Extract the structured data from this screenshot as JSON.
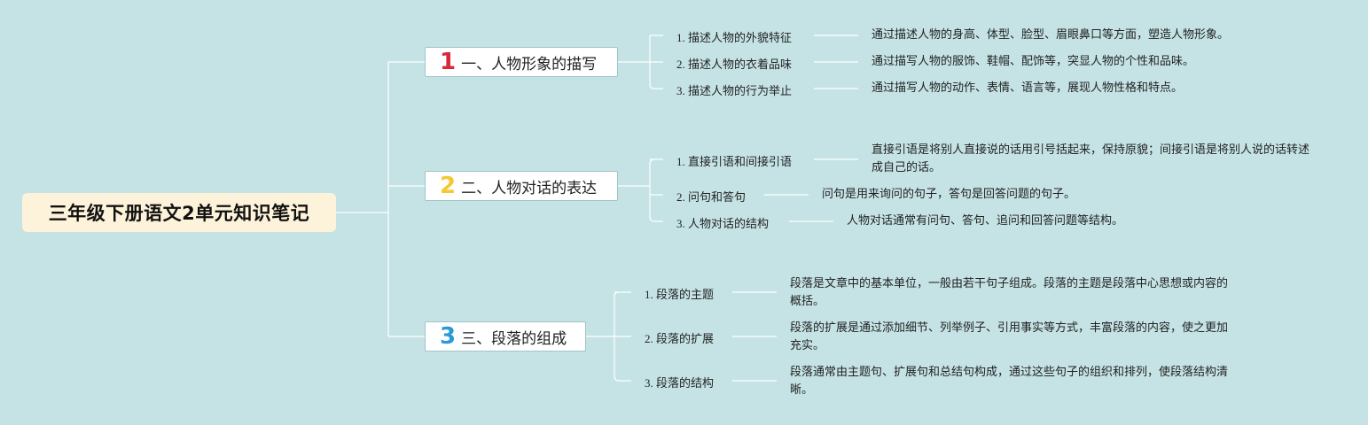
{
  "root": {
    "title": "三年级下册语文2单元知识笔记"
  },
  "branches": [
    {
      "num": "1",
      "num_color": "#d8283e",
      "title": "一、人物形象的描写",
      "items": [
        {
          "label": "1. 描述人物的外貌特征",
          "desc": "通过描述人物的身高、体型、脸型、眉眼鼻口等方面，塑造人物形象。"
        },
        {
          "label": "2. 描述人物的衣着品味",
          "desc": "通过描写人物的服饰、鞋帽、配饰等，突显人物的个性和品味。"
        },
        {
          "label": "3. 描述人物的行为举止",
          "desc": "通过描写人物的动作、表情、语言等，展现人物性格和特点。"
        }
      ]
    },
    {
      "num": "2",
      "num_color": "#f4c930",
      "title": "二、人物对话的表达",
      "items": [
        {
          "label": "1. 直接引语和间接引语",
          "desc": "直接引语是将别人直接说的话用引号括起来，保持原貌；间接引语是将别人说的话转述成自己的话。"
        },
        {
          "label": "2. 问句和答句",
          "desc": "问句是用来询问的句子，答句是回答问题的句子。"
        },
        {
          "label": "3. 人物对话的结构",
          "desc": "人物对话通常有问句、答句、追问和回答问题等结构。"
        }
      ]
    },
    {
      "num": "3",
      "num_color": "#2a9ad6",
      "title": "三、段落的组成",
      "items": [
        {
          "label": "1. 段落的主题",
          "desc": "段落是文章中的基本单位，一般由若干句子组成。段落的主题是段落中心思想或内容的概括。"
        },
        {
          "label": "2. 段落的扩展",
          "desc": "段落的扩展是通过添加细节、列举例子、引用事实等方式，丰富段落的内容，使之更加充实。"
        },
        {
          "label": "3. 段落的结构",
          "desc": "段落通常由主题句、扩展句和总结句构成，通过这些句子的组织和排列，使段落结构清晰。"
        }
      ]
    }
  ]
}
